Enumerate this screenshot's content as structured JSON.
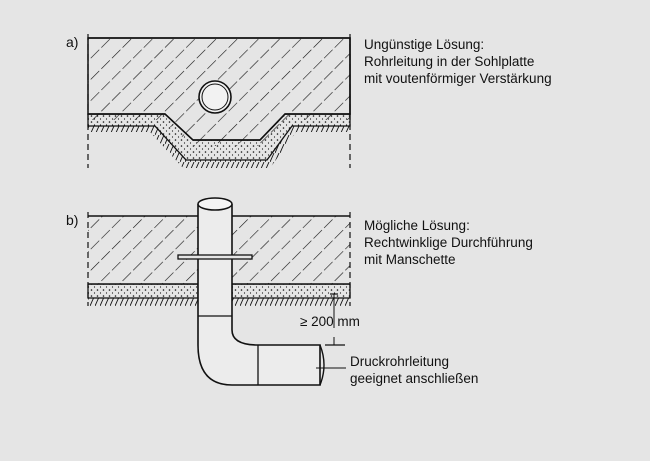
{
  "figure": {
    "panel_a": {
      "tag": "a)",
      "caption": [
        "Ungünstige Lösung:",
        "Rohrleitung in der Sohlplatte",
        "mit voutenförmiger Verstärkung"
      ]
    },
    "panel_b": {
      "tag": "b)",
      "caption": [
        "Mögliche Lösung:",
        "Rechtwinklige Durchführung",
        "mit Manschette"
      ],
      "dimension": "≥ 200 mm",
      "pipe_note": [
        "Druckrohrleitung",
        "geeignet anschließen"
      ]
    }
  },
  "colors": {
    "background": "#e5e5e5",
    "line": "#111111"
  }
}
